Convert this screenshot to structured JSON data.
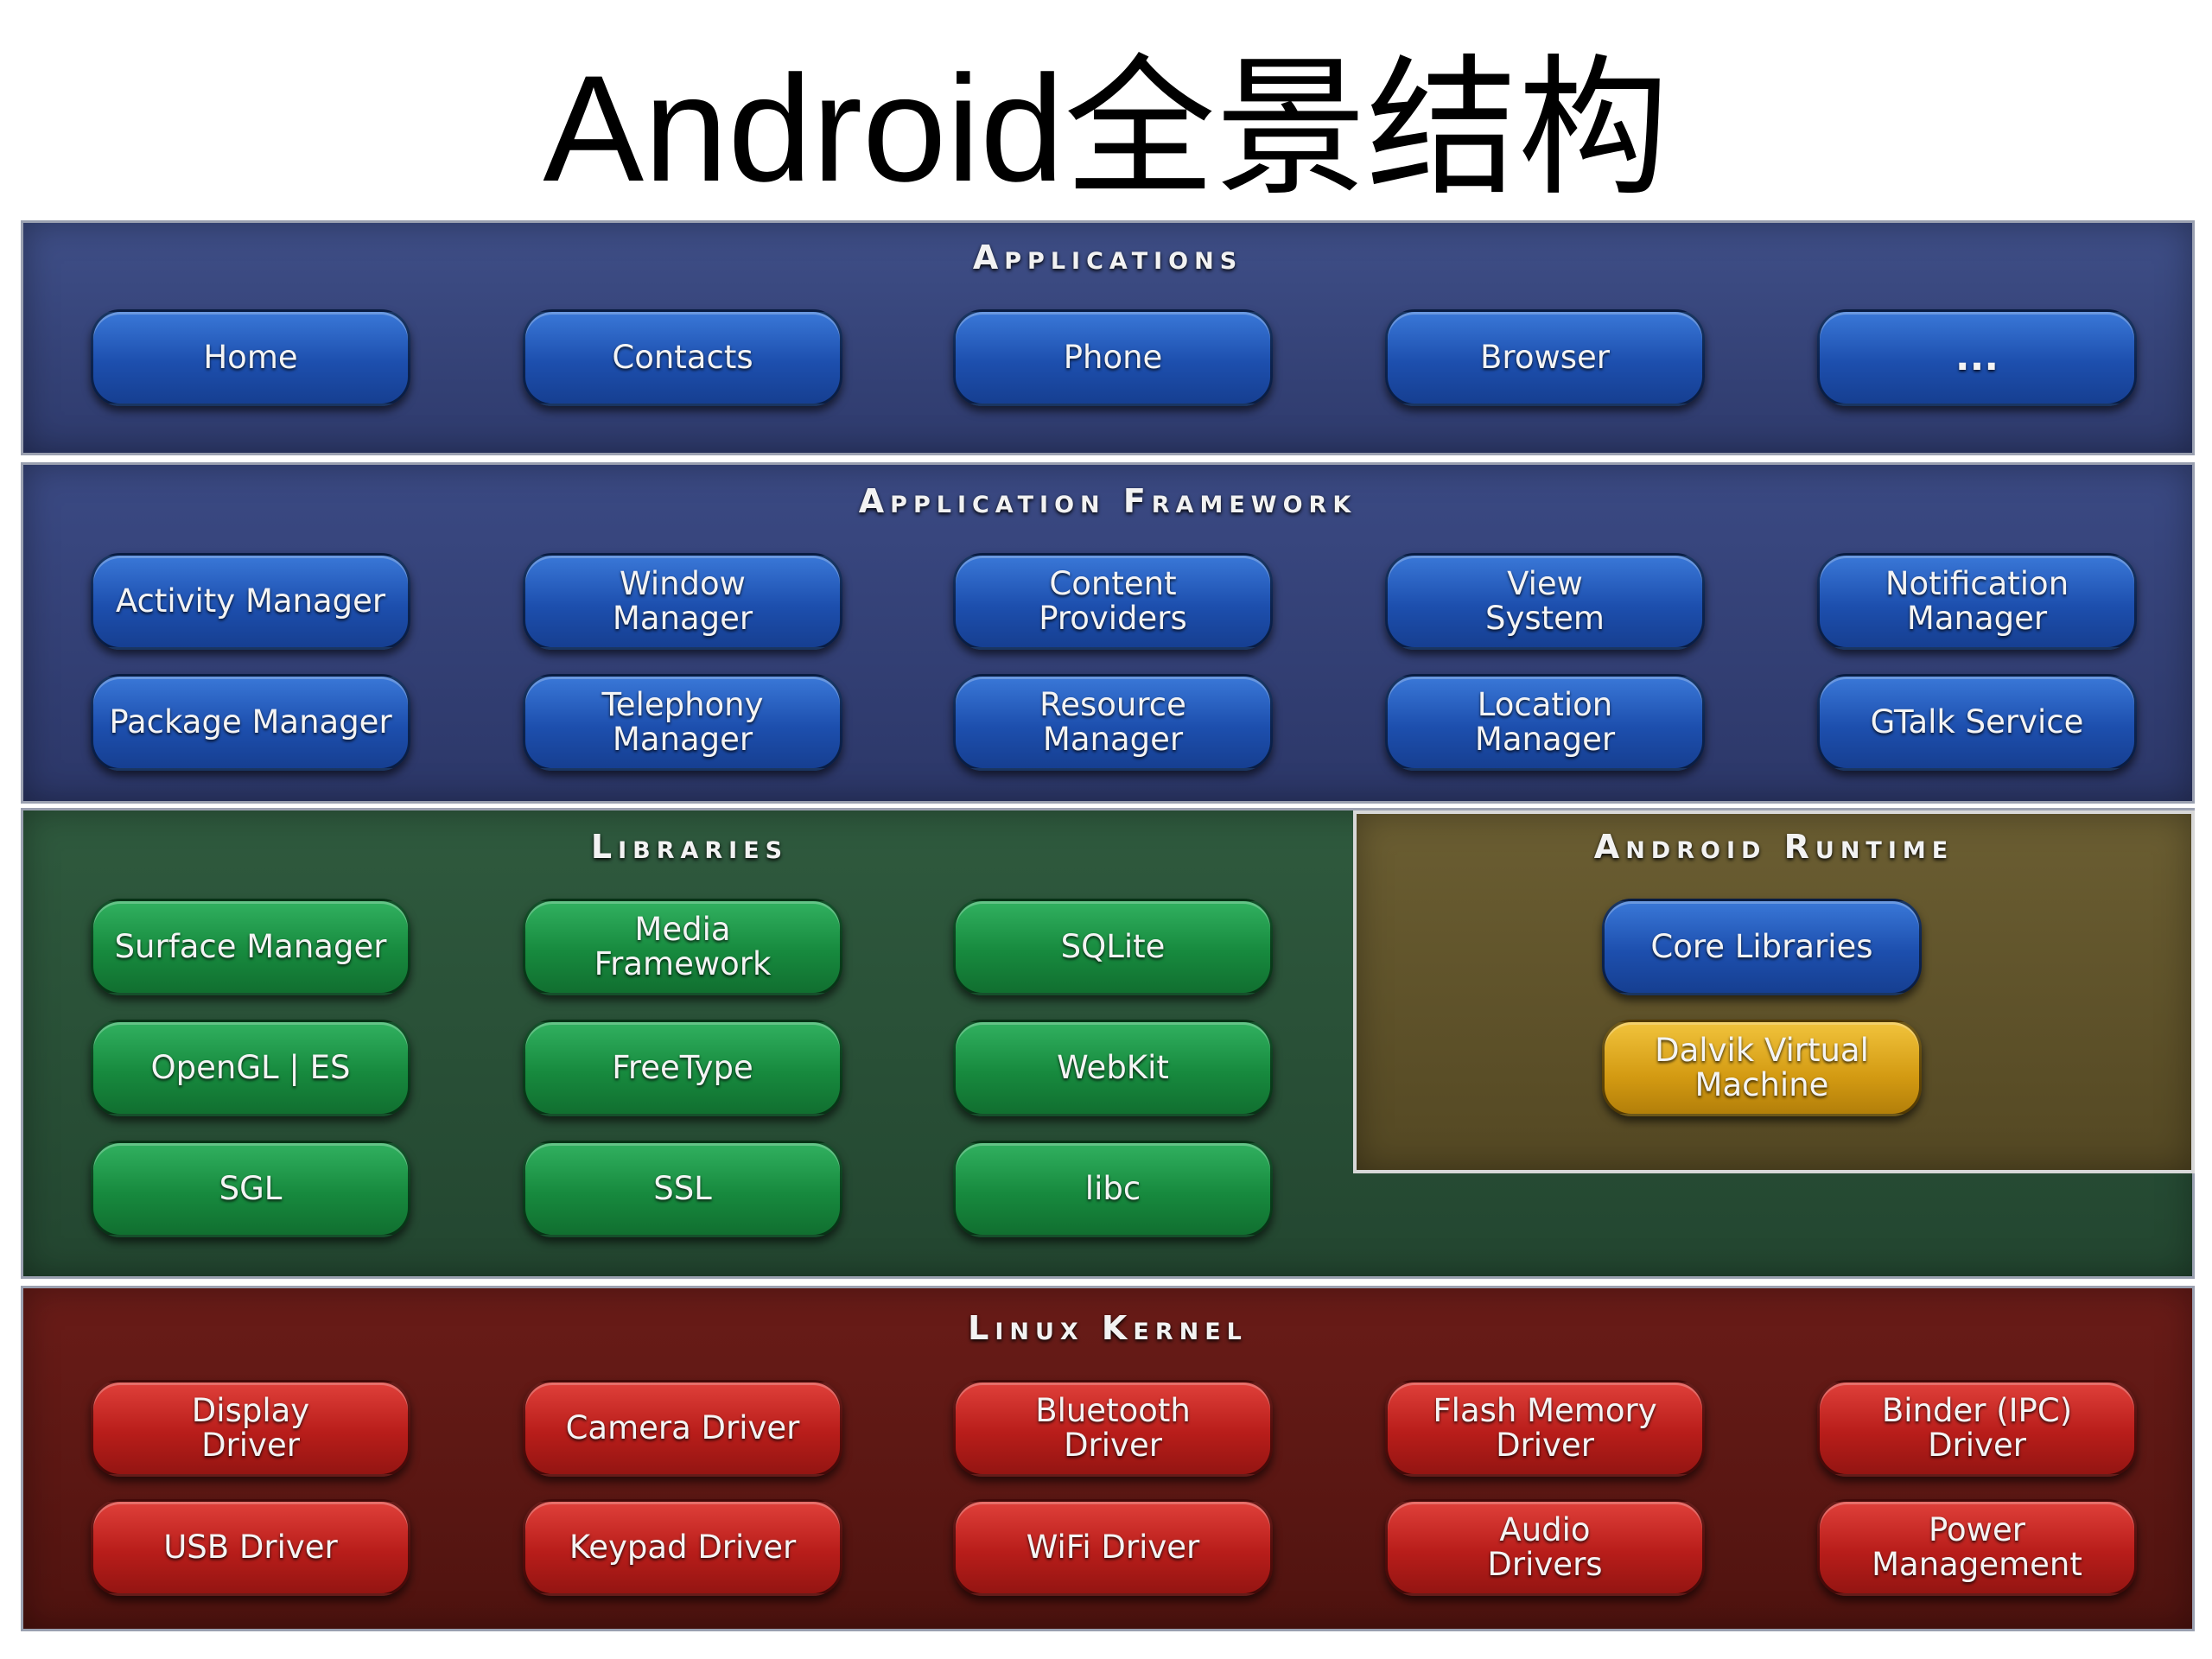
{
  "title": "Android全景结构",
  "applications": {
    "title": "Applications",
    "items": [
      "Home",
      "Contacts",
      "Phone",
      "Browser",
      "..."
    ]
  },
  "framework": {
    "title": "Application Framework",
    "items": [
      "Activity Manager",
      "Window\nManager",
      "Content\nProviders",
      "View\nSystem",
      "Notification\nManager",
      "Package Manager",
      "Telephony\nManager",
      "Resource\nManager",
      "Location\nManager",
      "GTalk Service"
    ]
  },
  "libraries": {
    "title": "Libraries",
    "items": [
      "Surface Manager",
      "Media\nFramework",
      "SQLite",
      "OpenGL | ES",
      "FreeType",
      "WebKit",
      "SGL",
      "SSL",
      "libc"
    ]
  },
  "runtime": {
    "title": "Android Runtime",
    "items": [
      "Core Libraries",
      "Dalvik Virtual\nMachine"
    ]
  },
  "kernel": {
    "title": "Linux Kernel",
    "items": [
      "Display\nDriver",
      "Camera Driver",
      "Bluetooth\nDriver",
      "Flash Memory\nDriver",
      "Binder (IPC)\nDriver",
      "USB Driver",
      "Keypad Driver",
      "WiFi Driver",
      "Audio\nDrivers",
      "Power\nManagement"
    ]
  },
  "colors": {
    "app_panel": "#34427a",
    "framework_panel": "#33407a",
    "libraries_panel": "#2a5036",
    "runtime_panel": "#5f532b",
    "kernel_panel": "#5c1813",
    "blue_box": "#1d4fae",
    "green_box": "#178a3e",
    "red_box": "#b81d1a",
    "yellow_box": "#d39a12"
  }
}
